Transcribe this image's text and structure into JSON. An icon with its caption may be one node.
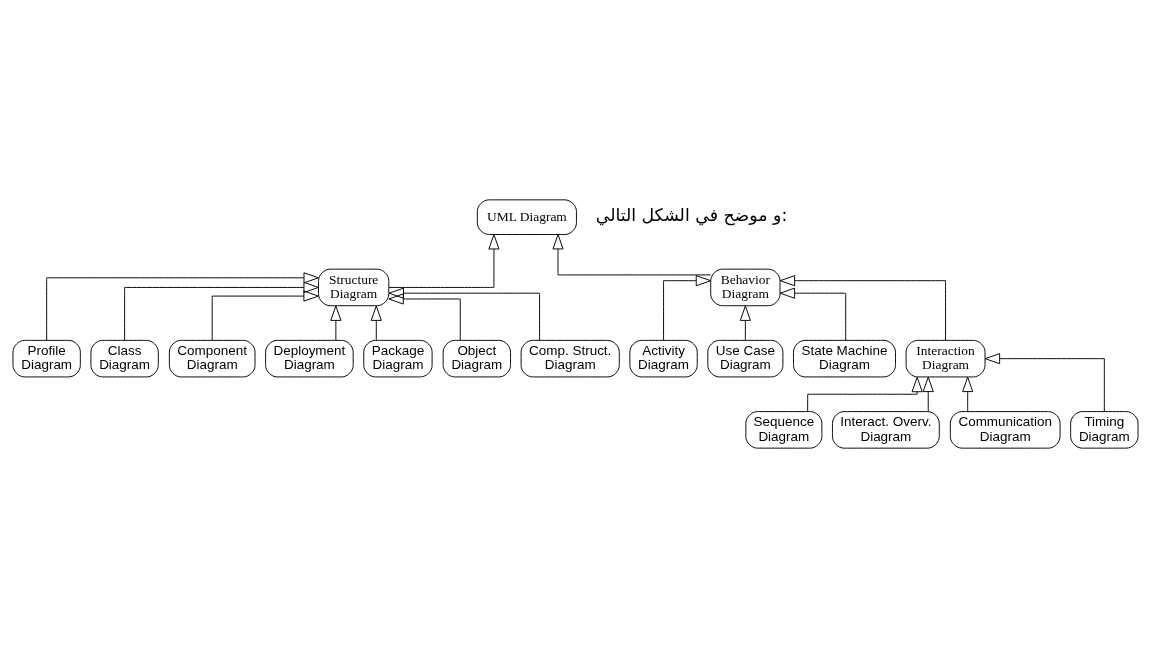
{
  "diagram": {
    "nodes": [
      {
        "text": [
          "UML Diagram"
        ]
      },
      {
        "text": [
          "Structure Diagram"
        ]
      },
      {
        "text": [
          "Behavior Diagram"
        ]
      },
      {
        "text": [
          "Profile Diagram"
        ]
      },
      {
        "text": [
          "Class Diagram"
        ]
      },
      {
        "text": [
          "Component Diagram"
        ]
      },
      {
        "text": [
          "Deployment Diagram"
        ]
      },
      {
        "text": [
          "Package Diagram"
        ]
      },
      {
        "text": [
          "Object Diagram"
        ]
      },
      {
        "text": [
          "Comp. Struct. Diagram"
        ]
      },
      {
        "text": [
          "Activity Diagram"
        ]
      },
      {
        "text": [
          "Use Case Diagram"
        ]
      },
      {
        "text": [
          "State Machine Diagram"
        ]
      },
      {
        "text": [
          "Interaction Diagram"
        ]
      },
      {
        "text": [
          "Sequence Diagram"
        ]
      },
      {
        "text": [
          "Interact. Overv. Diagram"
        ]
      },
      {
        "text": [
          "Communication Diagram"
        ]
      },
      {
        "text": [
          "Timing Diagram"
        ]
      }
    ],
    "edges": [
      {
        "from": 1,
        "to": 0,
        "arrow": "to"
      },
      {
        "from": 2,
        "to": 0,
        "arrow": "to"
      },
      {
        "from": 3,
        "to": 1,
        "arrow": "to"
      },
      {
        "from": 4,
        "to": 1,
        "arrow": "to"
      },
      {
        "from": 5,
        "to": 1,
        "arrow": "to"
      },
      {
        "from": 6,
        "to": 1,
        "arrow": "to"
      },
      {
        "from": 7,
        "to": 1,
        "arrow": "to"
      },
      {
        "from": 8,
        "to": 1,
        "arrow": "to"
      },
      {
        "from": 9,
        "to": 1,
        "arrow": "to"
      },
      {
        "from": 10,
        "to": 2,
        "arrow": "to"
      },
      {
        "from": 11,
        "to": 2,
        "arrow": "to"
      },
      {
        "from": 12,
        "to": 2,
        "arrow": "to"
      },
      {
        "from": 13,
        "to": 2,
        "arrow": "to"
      },
      {
        "from": 14,
        "to": 13,
        "arrow": "to"
      },
      {
        "from": 15,
        "to": 13,
        "arrow": "to"
      },
      {
        "from": 16,
        "to": 13,
        "arrow": "to"
      },
      {
        "from": 17,
        "to": 13,
        "arrow": "to"
      }
    ],
    "labels": [
      "و موضح في الشكل التالي:"
    ]
  }
}
